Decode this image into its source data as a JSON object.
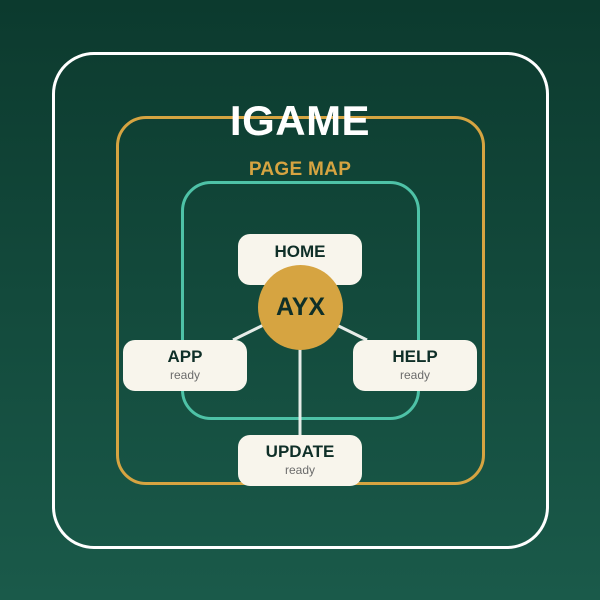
{
  "title": "IGAME",
  "subtitle": "PAGE MAP",
  "hub": {
    "label": "AYX"
  },
  "nodes": {
    "home": {
      "label": "HOME"
    },
    "app": {
      "label": "APP",
      "status": "ready"
    },
    "help": {
      "label": "HELP",
      "status": "ready"
    },
    "update": {
      "label": "UPDATE",
      "status": "ready"
    }
  },
  "colors": {
    "background_top": "#0c3a2e",
    "background_bottom": "#1a5a4a",
    "outer_frame": "#ffffff",
    "middle_frame": "#d6a441",
    "inner_frame": "#4ec2a7",
    "hub": "#d6a441",
    "node_fill": "#f8f5ec",
    "connector": "#e6ece8"
  }
}
